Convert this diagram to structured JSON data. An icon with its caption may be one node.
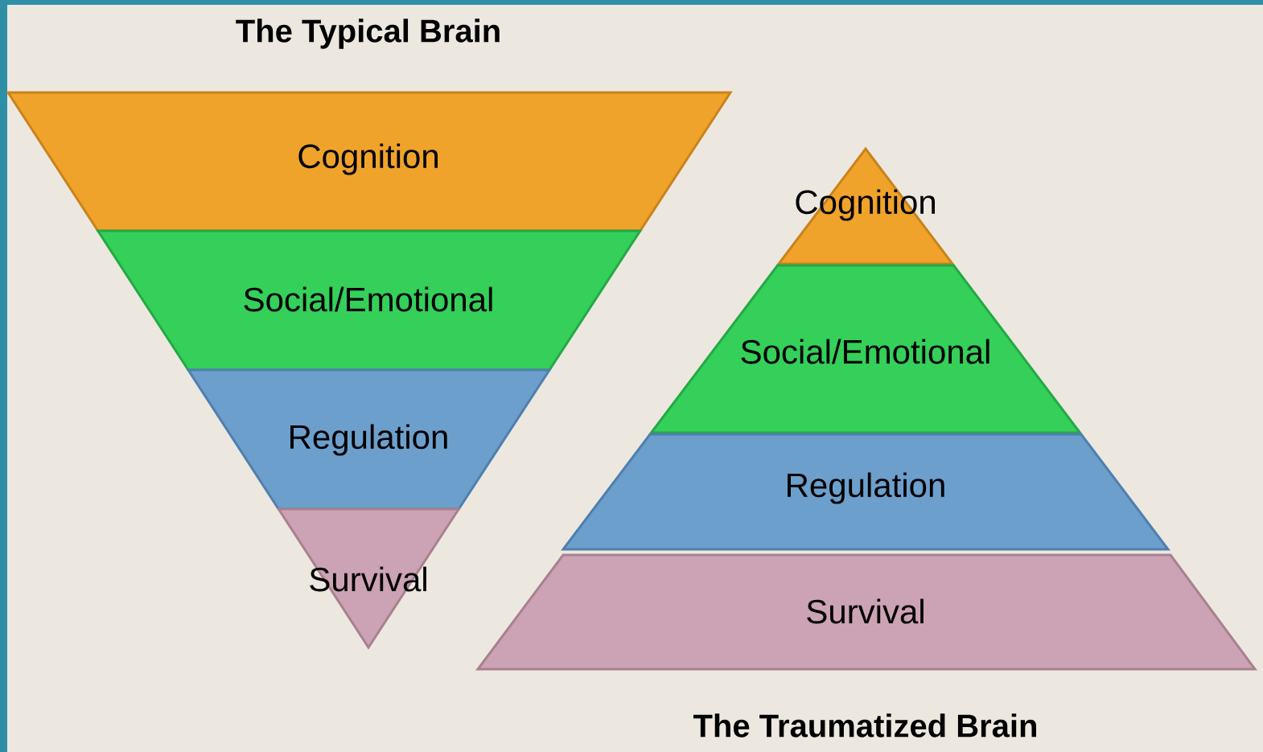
{
  "diagram": {
    "nodes": [
      {
        "text": [
          "Cognition"
        ]
      },
      {
        "text": [
          "Social/Emotional"
        ]
      },
      {
        "text": [
          "Regulation"
        ]
      },
      {
        "text": [
          "Survival"
        ]
      },
      {
        "text": [
          "Cognition"
        ]
      },
      {
        "text": [
          "Social/Emotional"
        ]
      },
      {
        "text": [
          "Regulation"
        ]
      },
      {
        "text": [
          "Survival"
        ]
      }
    ],
    "labels": [
      "The Typical Brain",
      "The Traumatized Brain"
    ]
  }
}
